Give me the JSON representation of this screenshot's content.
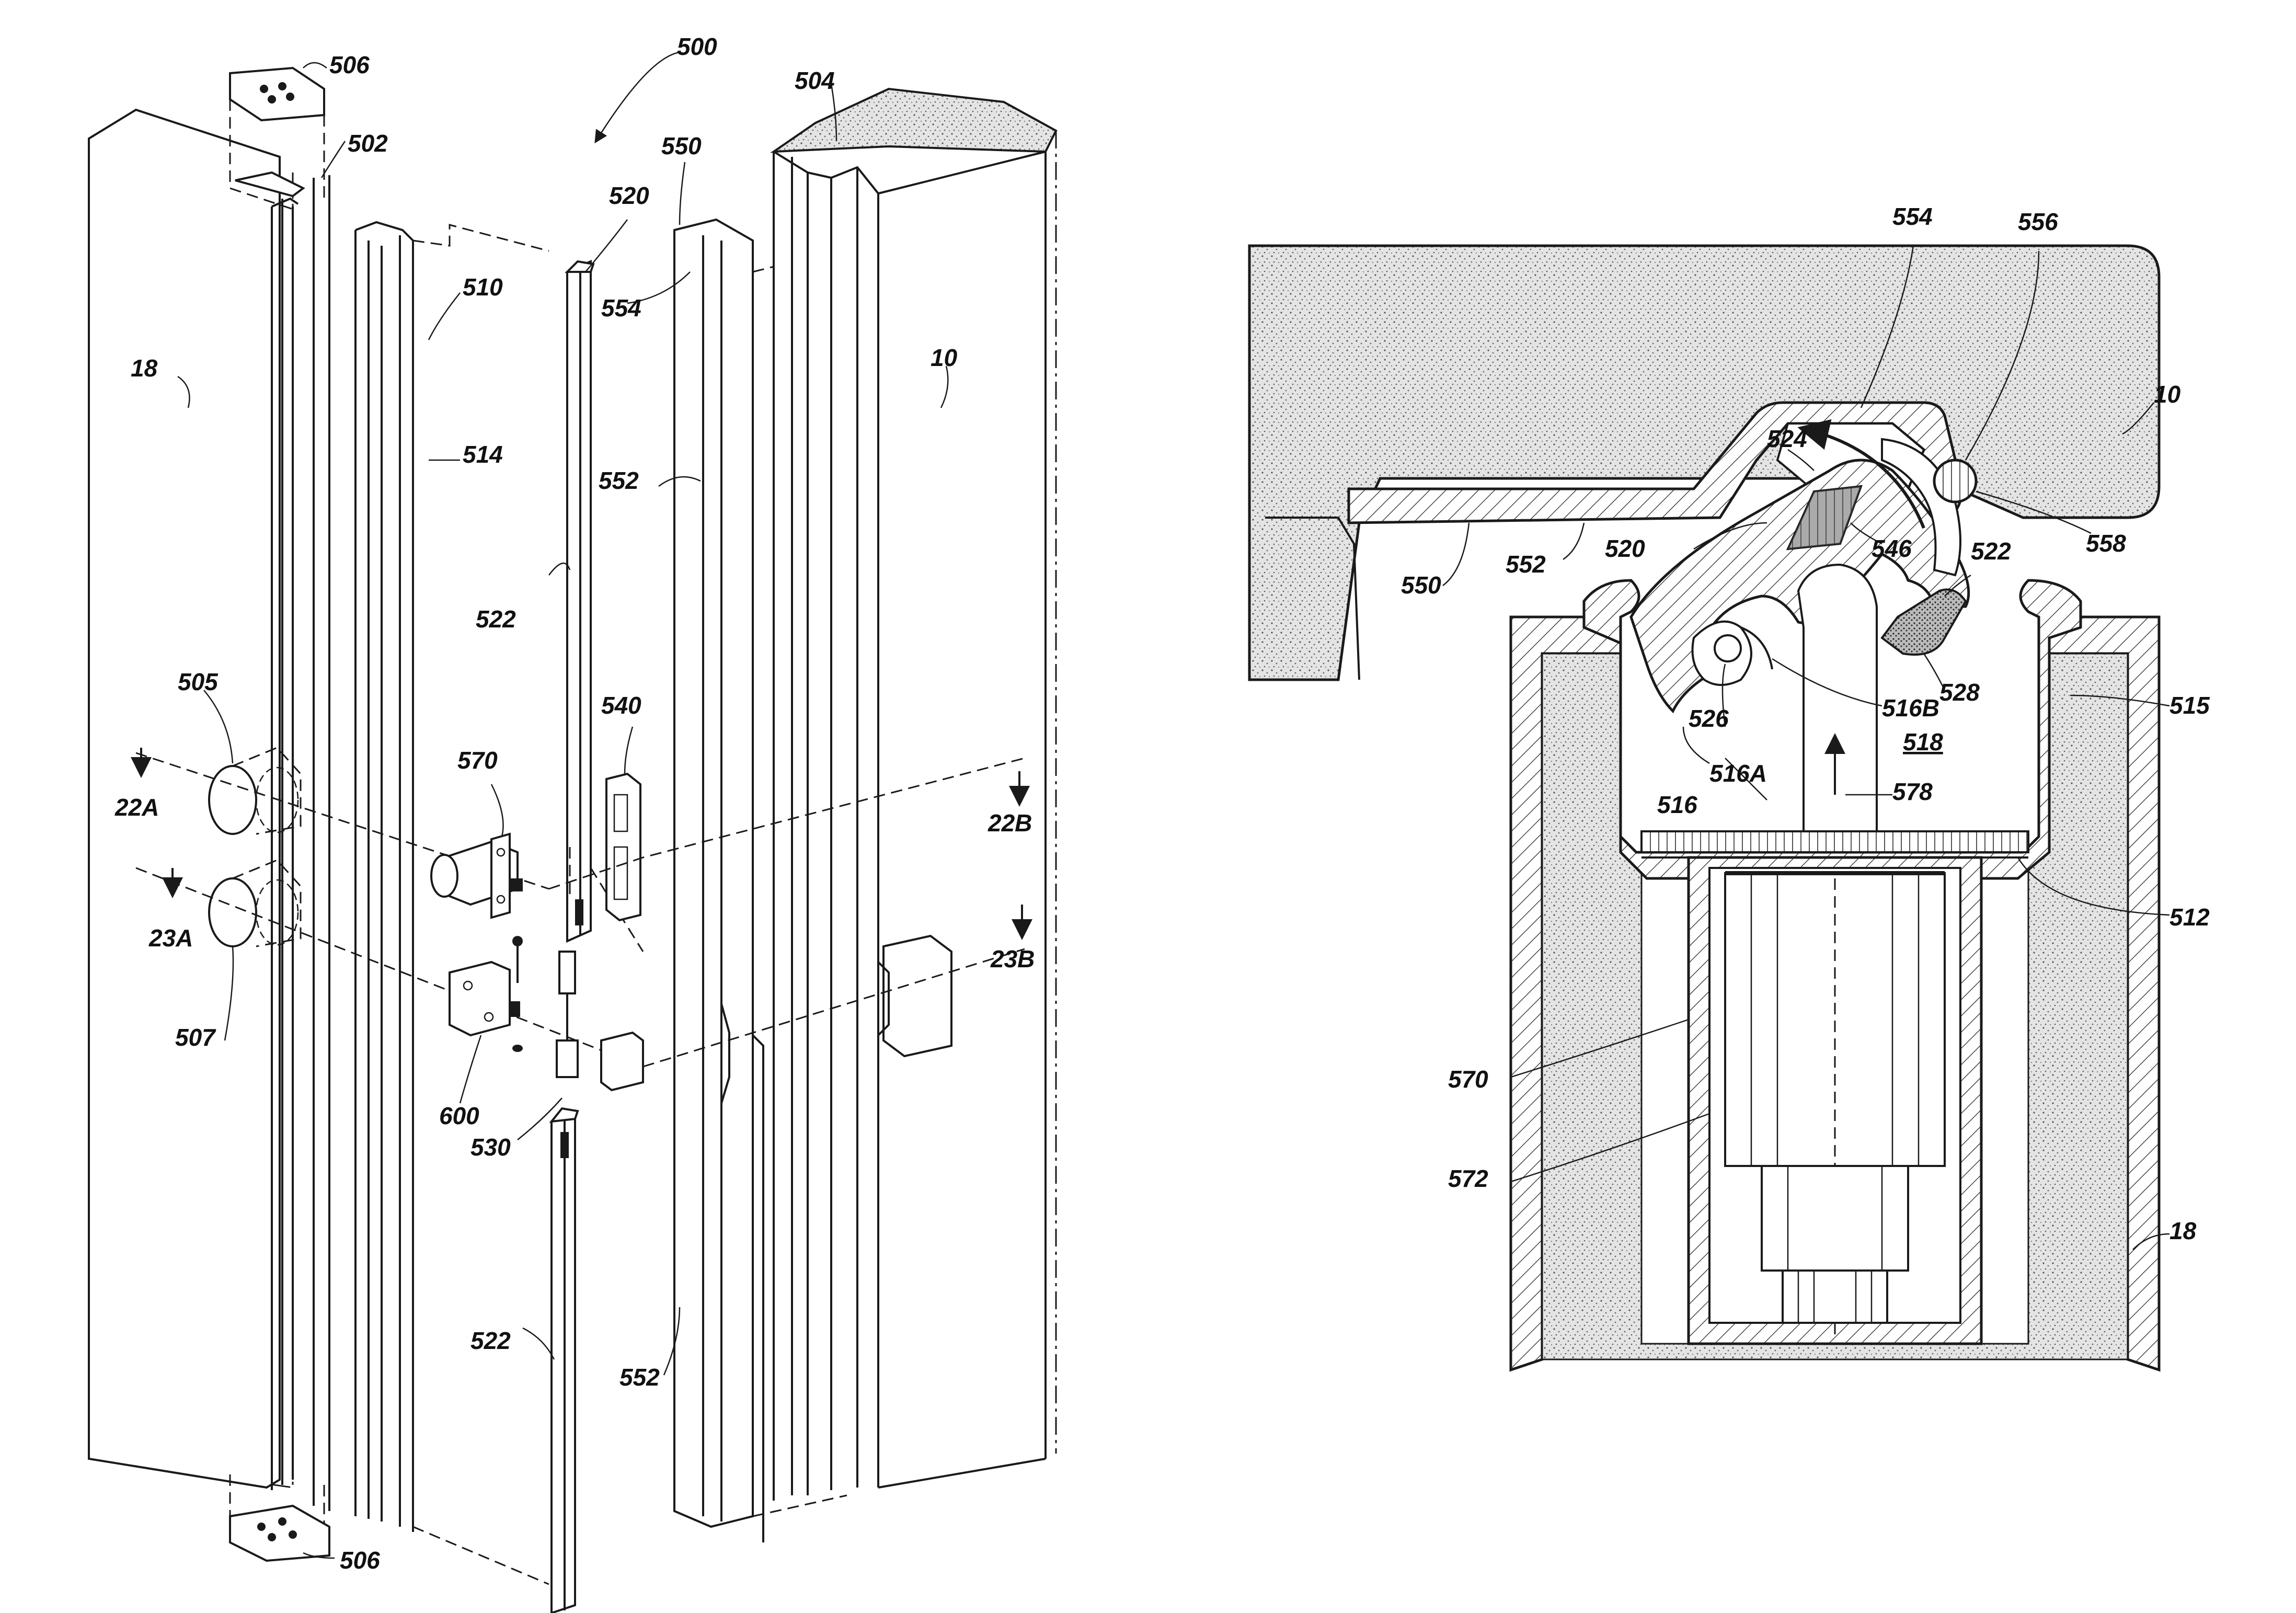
{
  "figure": {
    "left_view": {
      "labels": {
        "l500": "500",
        "l502": "502",
        "l504": "504",
        "l505": "505",
        "l506_top": "506",
        "l506_bottom": "506",
        "l507": "507",
        "l510": "510",
        "l514": "514",
        "l520": "520",
        "l522_top": "522",
        "l522_bottom": "522",
        "l530": "530",
        "l540": "540",
        "l550": "550",
        "l552_top": "552",
        "l552_bottom": "552",
        "l554": "554",
        "l570": "570",
        "l600": "600",
        "l18": "18",
        "l10": "10",
        "l22a": "22A",
        "l22b": "22B",
        "l23a": "23A",
        "l23b": "23B"
      }
    },
    "right_view": {
      "labels": {
        "r554": "554",
        "r556": "556",
        "r10": "10",
        "r524": "524",
        "r558": "558",
        "r550": "550",
        "r552": "552",
        "r520": "520",
        "r546": "546",
        "r522": "522",
        "r528": "528",
        "r515": "515",
        "r526": "526",
        "r516b": "516B",
        "r518": "518",
        "r516a": "516A",
        "r516": "516",
        "r578": "578",
        "r512": "512",
        "r570": "570",
        "r572": "572",
        "r18": "18"
      }
    }
  }
}
